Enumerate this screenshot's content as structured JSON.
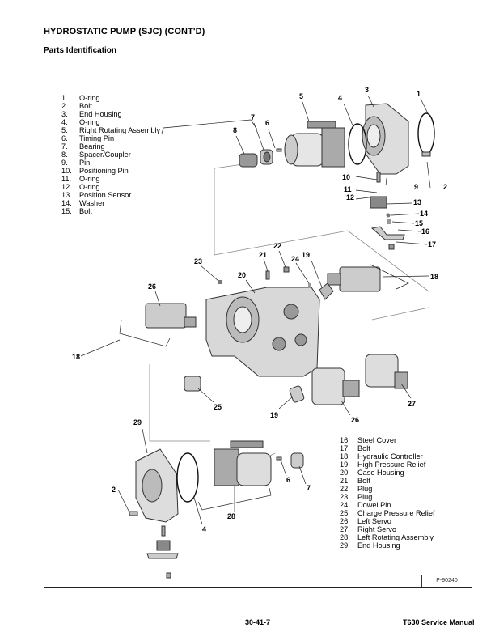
{
  "header": {
    "title": "HYDROSTATIC PUMP (SJC) (CONT'D)",
    "subtitle": "Parts Identification"
  },
  "legend_left": [
    {
      "num": "1.",
      "label": "O-ring"
    },
    {
      "num": "2.",
      "label": "Bolt"
    },
    {
      "num": "3.",
      "label": "End Housing"
    },
    {
      "num": "4.",
      "label": "O-ring"
    },
    {
      "num": "5.",
      "label": "Right Rotating Assembly"
    },
    {
      "num": "6.",
      "label": "Timing Pin"
    },
    {
      "num": "7.",
      "label": "Bearing"
    },
    {
      "num": "8.",
      "label": "Spacer/Coupler"
    },
    {
      "num": "9.",
      "label": "Pin"
    },
    {
      "num": "10.",
      "label": "Positioning Pin"
    },
    {
      "num": "11.",
      "label": "O-ring"
    },
    {
      "num": "12.",
      "label": "O-ring"
    },
    {
      "num": "13.",
      "label": "Position Sensor"
    },
    {
      "num": "14.",
      "label": "Washer"
    },
    {
      "num": "15.",
      "label": "Bolt"
    }
  ],
  "legend_right": [
    {
      "num": "16.",
      "label": "Steel Cover"
    },
    {
      "num": "17.",
      "label": "Bolt"
    },
    {
      "num": "18.",
      "label": "Hydraulic Controller"
    },
    {
      "num": "19.",
      "label": "High Pressure Relief"
    },
    {
      "num": "20.",
      "label": "Case Housing"
    },
    {
      "num": "21.",
      "label": "Bolt"
    },
    {
      "num": "22.",
      "label": "Plug"
    },
    {
      "num": "23.",
      "label": "Plug"
    },
    {
      "num": "24.",
      "label": "Dowel Pin"
    },
    {
      "num": "25.",
      "label": "Charge Pressure Relief"
    },
    {
      "num": "26.",
      "label": "Left Servo"
    },
    {
      "num": "27.",
      "label": "Right Servo"
    },
    {
      "num": "28.",
      "label": "Left Rotating Assembly"
    },
    {
      "num": "29.",
      "label": "End Housing"
    }
  ],
  "callouts": {
    "c1": "1",
    "c2a": "2",
    "c2b": "2",
    "c3": "3",
    "c4a": "4",
    "c4b": "4",
    "c5": "5",
    "c6a": "6",
    "c6b": "6",
    "c7a": "7",
    "c7b": "7",
    "c8": "8",
    "c9": "9",
    "c10": "10",
    "c11": "11",
    "c12": "12",
    "c13": "13",
    "c14": "14",
    "c15": "15",
    "c16": "16",
    "c17": "17",
    "c18a": "18",
    "c18b": "18",
    "c19a": "19",
    "c19b": "19",
    "c20": "20",
    "c21": "21",
    "c22": "22",
    "c23": "23",
    "c24": "24",
    "c25": "25",
    "c26a": "26",
    "c26b": "26",
    "c27": "27",
    "c28": "28",
    "c29": "29"
  },
  "figure_id": "P-90240",
  "footer": {
    "page_number": "30-41-7",
    "manual_title": "T630 Service Manual"
  }
}
